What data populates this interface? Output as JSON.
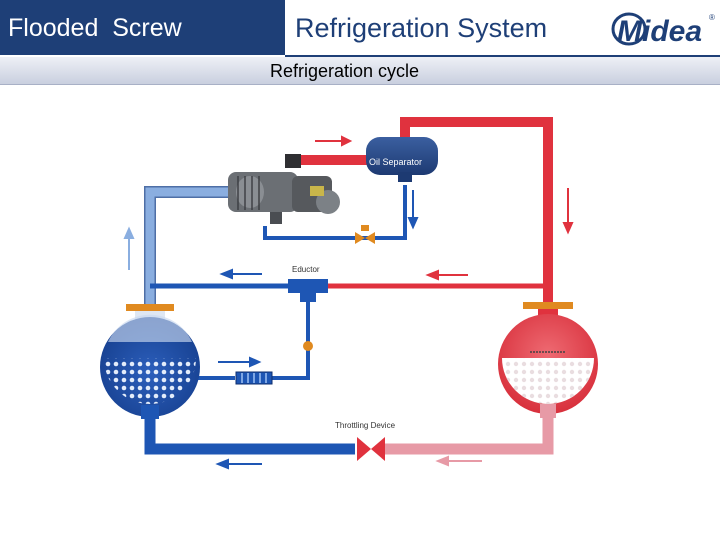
{
  "header": {
    "left_title": "Flooded  Screw",
    "right_title": "Refrigeration System",
    "logo_text": "Midea",
    "logo_mark": "®"
  },
  "subtitle": "Refrigeration cycle",
  "diagram": {
    "labels": {
      "oil_separator": "Oil Separator",
      "eductor": "Eductor",
      "throttling_device": "Throttling Device"
    },
    "colors": {
      "hot_gas": "#e0323e",
      "cold": "#1e56b4",
      "suction": "#8aaee0",
      "liquid": "#e79aa6",
      "header_blue": "#1e3f77"
    }
  }
}
